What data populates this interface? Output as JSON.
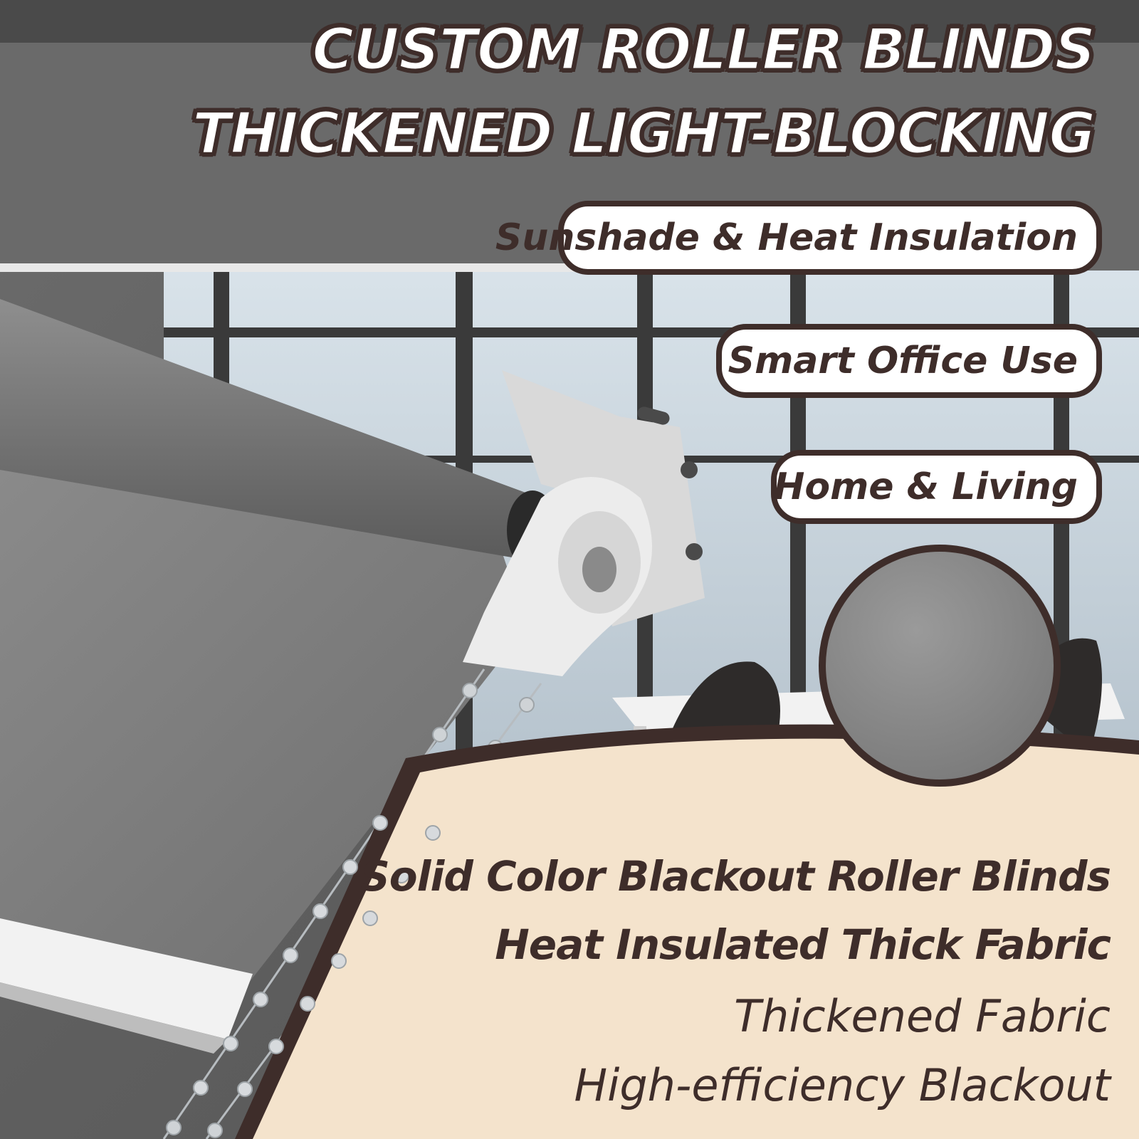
{
  "headline": {
    "line1": "CUSTOM ROLLER BLINDS",
    "line2": "THICKENED LIGHT-BLOCKING"
  },
  "badges": [
    "Sunshade & Heat Insulation",
    "Smart Office Use",
    "Home & Living"
  ],
  "features": {
    "line1": "Solid Color Blackout Roller Blinds",
    "line2": "Heat Insulated Thick Fabric",
    "line3": "Thickened Fabric",
    "line4": "High-efficiency Blackout"
  },
  "colors": {
    "accent_brown": "#3e2d2a",
    "cream_panel": "#f4e3cc",
    "fabric_gray": "#7d7d7d",
    "pill_fill": "#ffffff"
  }
}
